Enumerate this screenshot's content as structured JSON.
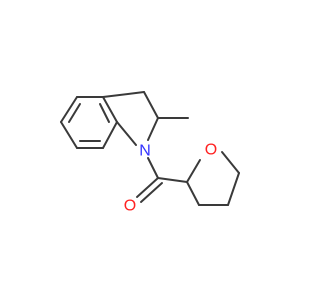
{
  "atoms": {
    "nitrogen": {
      "symbol": "N",
      "color": "#3333ff"
    },
    "carbonyl_oxygen": {
      "symbol": "O",
      "color": "#ff2222"
    },
    "ring_oxygen": {
      "symbol": "O",
      "color": "#ff2222"
    }
  },
  "colors": {
    "bond": "#3a3a3a",
    "background": "#ffffff"
  }
}
